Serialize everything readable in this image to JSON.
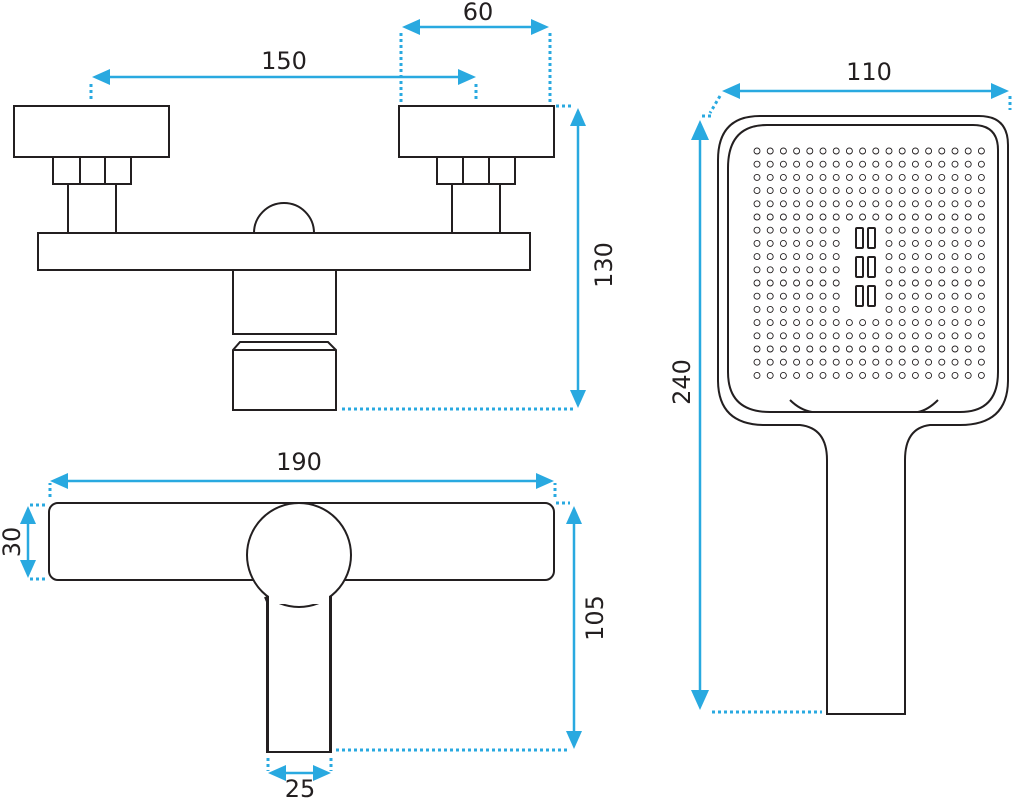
{
  "dimensions": {
    "handle_spacing": "150",
    "connector_width": "60",
    "mixer_height": "130",
    "body_width": "190",
    "body_depth": "30",
    "spout_projection": "105",
    "spout_width": "25",
    "head_width": "110",
    "shower_length": "240"
  },
  "colors": {
    "outline": "#231f20",
    "dimension": "#29a9e0"
  }
}
